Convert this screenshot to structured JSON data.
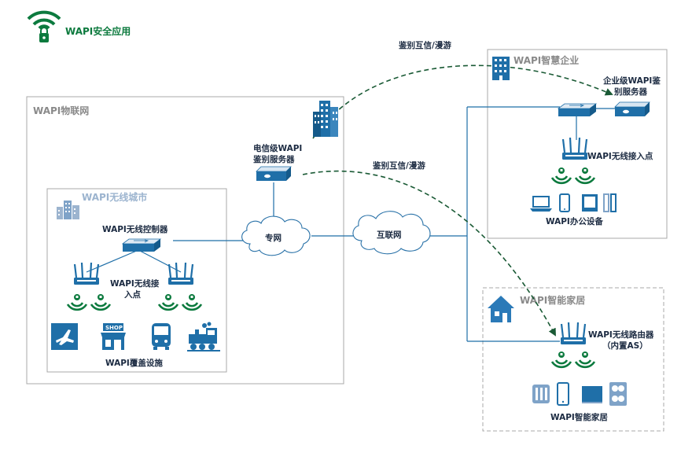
{
  "header": {
    "title": "WAPI安全应用"
  },
  "groups": {
    "iot": "WAPI物联网",
    "city": "WAPI无线城市",
    "enterprise": "WAPI智慧企业",
    "home": "WAPI智能家居"
  },
  "labels": {
    "telecom_server_line1": "电信级WAPI",
    "telecom_server_line2": "鉴别服务器",
    "enterprise_server_line1": "企业级WAPI鉴",
    "enterprise_server_line2": "别服务器",
    "controller": "WAPI无线控制器",
    "city_ap_line1": "WAPI无线接",
    "city_ap_line2": "入点",
    "enterprise_ap": "WAPI无线接入点",
    "office_devices": "WAPI办公设备",
    "coverage": "WAPI覆盖设施",
    "home_router_line1": "WAPI无线路由器",
    "home_router_line2": "（内置AS）",
    "home_devices": "WAPI智能家居",
    "private_net": "专网",
    "internet": "互联网",
    "auth_roaming_top": "鉴别互信/漫游",
    "auth_roaming_mid": "鉴别互信/漫游"
  },
  "icons": {
    "logo": "wifi-lock-icon",
    "shop_text": "SHOP"
  },
  "colors": {
    "accent_green": "#0c7a3e",
    "device_blue": "#1f6fa8",
    "dark_green": "#1a5a35",
    "group_gray": "#8a8a8a"
  }
}
